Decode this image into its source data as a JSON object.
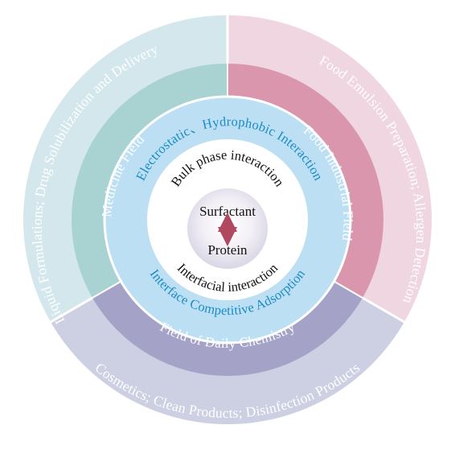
{
  "center": {
    "top_label": "Surfactant",
    "bottom_label": "Protein"
  },
  "interactions": {
    "bulk": "Bulk phase interaction",
    "interfacial": "Interfacial interaction"
  },
  "mechanisms": {
    "top": "Electrostatic、Hydrophobic Interaction",
    "bottom": "Interface Competitive Adsorption"
  },
  "fields": {
    "medicine": "Medicine Field",
    "food": "Food Industrial Field",
    "daily": "Field of Daily Chemistry"
  },
  "applications": {
    "medicine": "Liquid Formulations; Drug Solubilization and Delivery",
    "food": "Food Emulsion Preparation; Allergen Detection",
    "daily": "Cosmetics; Clean Products; Disinfection Products"
  },
  "colors": {
    "medicine_inner": "#a9d3d3",
    "medicine_outer": "#d3e7ec",
    "food_inner": "#d996ad",
    "food_outer": "#efd6e0",
    "daily_inner": "#a4a3c7",
    "daily_outer": "#cdcfe2",
    "mechanism_ring": "#bcdff3",
    "mechanism_text": "#1b8cc6",
    "arrow": "#b0495f",
    "text_light": "#ffffff",
    "text_dark": "#111111"
  }
}
